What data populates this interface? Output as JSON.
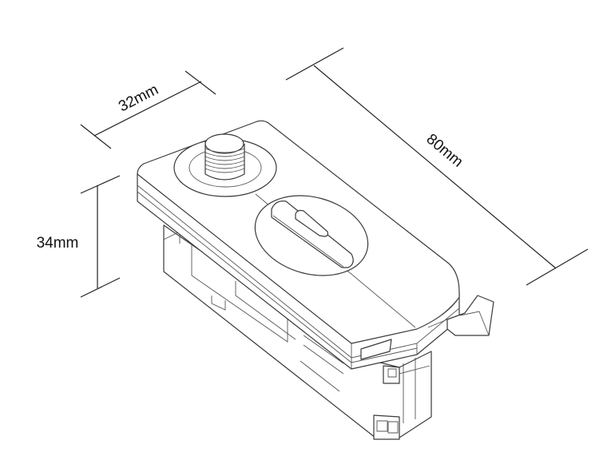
{
  "dimensions": {
    "width_label": "32mm",
    "length_label": "80mm",
    "height_label": "34mm"
  }
}
